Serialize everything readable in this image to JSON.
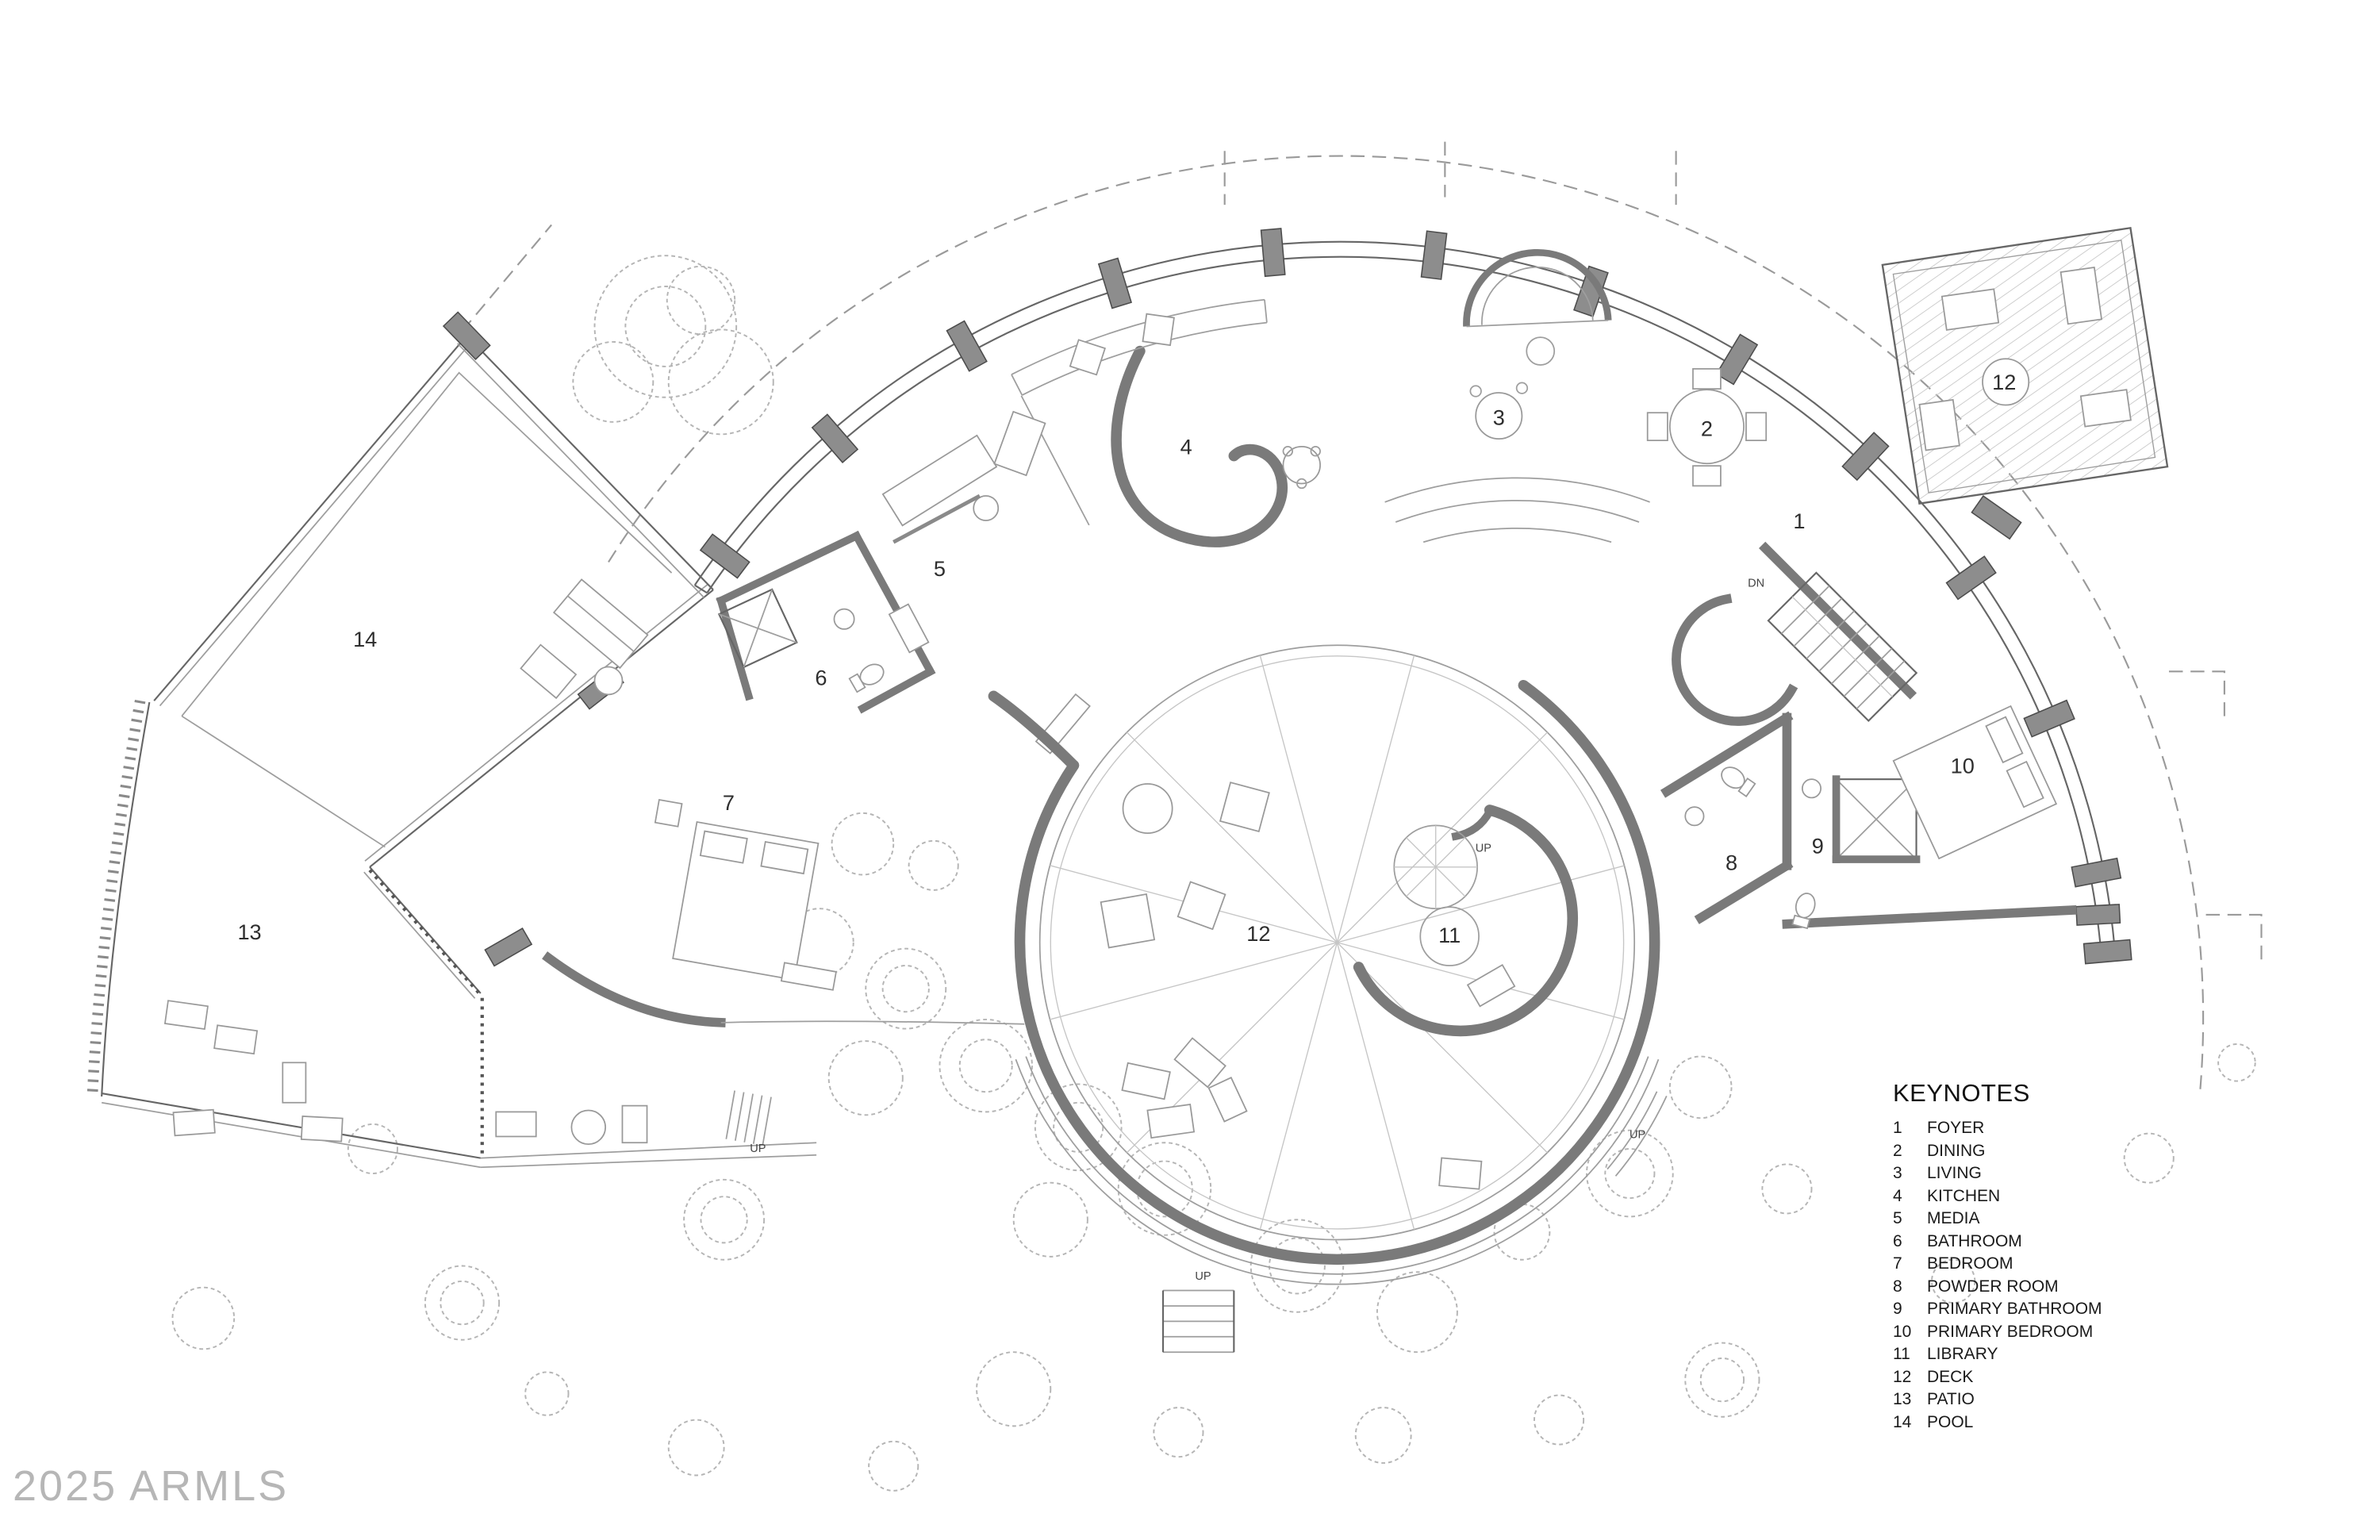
{
  "watermark": "2025 ARMLS",
  "legend": {
    "title": "KEYNOTES",
    "items": [
      {
        "num": "1",
        "label": "FOYER"
      },
      {
        "num": "2",
        "label": "DINING"
      },
      {
        "num": "3",
        "label": "LIVING"
      },
      {
        "num": "4",
        "label": "KITCHEN"
      },
      {
        "num": "5",
        "label": "MEDIA"
      },
      {
        "num": "6",
        "label": "BATHROOM"
      },
      {
        "num": "7",
        "label": "BEDROOM"
      },
      {
        "num": "8",
        "label": "POWDER ROOM"
      },
      {
        "num": "9",
        "label": "PRIMARY BATHROOM"
      },
      {
        "num": "10",
        "label": "PRIMARY BEDROOM"
      },
      {
        "num": "11",
        "label": "LIBRARY"
      },
      {
        "num": "12",
        "label": "DECK"
      },
      {
        "num": "13",
        "label": "PATIO"
      },
      {
        "num": "14",
        "label": "POOL"
      }
    ]
  },
  "plan": {
    "rooms": {
      "foyer": "1",
      "dining": "2",
      "living": "3",
      "kitchen": "4",
      "media": "5",
      "bathroom": "6",
      "bedroom": "7",
      "powder_room": "8",
      "primary_bathroom": "9",
      "primary_bedroom": "10",
      "library": "11",
      "deck_center": "12",
      "deck_upper": "12",
      "patio": "13",
      "pool": "14"
    },
    "annotations": {
      "down": "DN",
      "up": "UP"
    }
  },
  "colors": {
    "wall": "#7a7a7a",
    "line": "#666666",
    "text": "#1a1a1a",
    "watermark": "#b6b6b6"
  }
}
